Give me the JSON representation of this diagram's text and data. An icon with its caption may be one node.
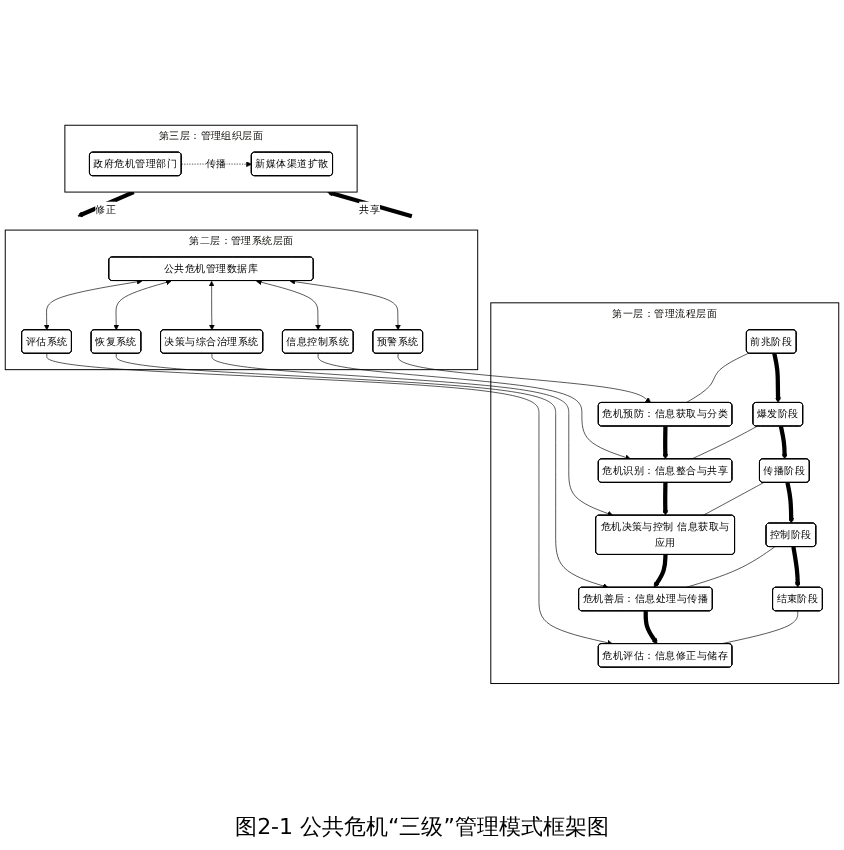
{
  "diagram": {
    "caption": "图2-1 公共危机“三级”管理模式框架图",
    "nodes": [
      {
        "text": [
          "第三层：管理组织层面"
        ]
      },
      {
        "text": [
          "政府危机管理部门"
        ],
        "in": 0
      },
      {
        "text": [
          "新媒体渠道扩散"
        ],
        "in": 0
      },
      {
        "text": [
          "第二层：管理系统层面"
        ]
      },
      {
        "text": [
          "公共危机管理数据库"
        ],
        "in": 3
      },
      {
        "text": [
          "预警系统"
        ],
        "in": 3
      },
      {
        "text": [
          "信息控制系统"
        ],
        "in": 3
      },
      {
        "text": [
          "决策与综合治理系统"
        ],
        "in": 3
      },
      {
        "text": [
          "恢复系统"
        ],
        "in": 3
      },
      {
        "text": [
          "评估系统"
        ],
        "in": 3
      },
      {
        "text": [
          "第一层：管理流程层面"
        ]
      },
      {
        "text": [
          "危机预防：信息获取与分类"
        ],
        "in": 10
      },
      {
        "text": [
          "危机识别：信息整合与共享"
        ],
        "in": 10
      },
      {
        "text": [
          "危机决策与控制 信息获取与应用"
        ],
        "in": 10
      },
      {
        "text": [
          "危机善后：信息处理与传播"
        ],
        "in": 10
      },
      {
        "text": [
          "危机评估：信息修正与储存"
        ],
        "in": 10
      },
      {
        "text": [
          "前兆阶段"
        ],
        "in": 10
      },
      {
        "text": [
          "爆发阶段"
        ],
        "in": 10
      },
      {
        "text": [
          "传播阶段"
        ],
        "in": 10
      },
      {
        "text": [
          "控制阶段"
        ],
        "in": 10
      },
      {
        "text": [
          "结束阶段"
        ],
        "in": 10
      }
    ],
    "edges": [
      {
        "from": 1,
        "to": 2,
        "arrow": "to",
        "label": "传播",
        "style": "dashed"
      },
      {
        "from": 3,
        "to": 0,
        "arrow": "to",
        "label": "共享",
        "style": "thick"
      },
      {
        "from": 0,
        "to": 3,
        "arrow": "to",
        "label": "修正",
        "style": "thick"
      },
      {
        "from": 4,
        "to": 5,
        "arrow": "both"
      },
      {
        "from": 4,
        "to": 6,
        "arrow": "both"
      },
      {
        "from": 4,
        "to": 7,
        "arrow": "both"
      },
      {
        "from": 4,
        "to": 8,
        "arrow": "both"
      },
      {
        "from": 4,
        "to": 9,
        "arrow": "both"
      },
      {
        "from": 5,
        "to": 11,
        "arrow": "to"
      },
      {
        "from": 6,
        "to": 12,
        "arrow": "to"
      },
      {
        "from": 7,
        "to": 13,
        "arrow": "to"
      },
      {
        "from": 8,
        "to": 14,
        "arrow": "to"
      },
      {
        "from": 9,
        "to": 15,
        "arrow": "to"
      },
      {
        "from": 11,
        "to": 12,
        "arrow": "to",
        "style": "thick"
      },
      {
        "from": 12,
        "to": 13,
        "arrow": "to",
        "style": "thick"
      },
      {
        "from": 13,
        "to": 14,
        "arrow": "to",
        "style": "thick"
      },
      {
        "from": 14,
        "to": 15,
        "arrow": "to",
        "style": "thick"
      },
      {
        "from": 16,
        "to": 11,
        "arrow": "none"
      },
      {
        "from": 17,
        "to": 12,
        "arrow": "none"
      },
      {
        "from": 18,
        "to": 13,
        "arrow": "none"
      },
      {
        "from": 19,
        "to": 14,
        "arrow": "none"
      },
      {
        "from": 20,
        "to": 15,
        "arrow": "none"
      },
      {
        "from": 16,
        "to": 17,
        "arrow": "to",
        "style": "thick"
      },
      {
        "from": 17,
        "to": 18,
        "arrow": "to",
        "style": "thick"
      },
      {
        "from": 18,
        "to": 19,
        "arrow": "to",
        "style": "thick"
      },
      {
        "from": 19,
        "to": 20,
        "arrow": "to",
        "style": "thick"
      }
    ]
  }
}
